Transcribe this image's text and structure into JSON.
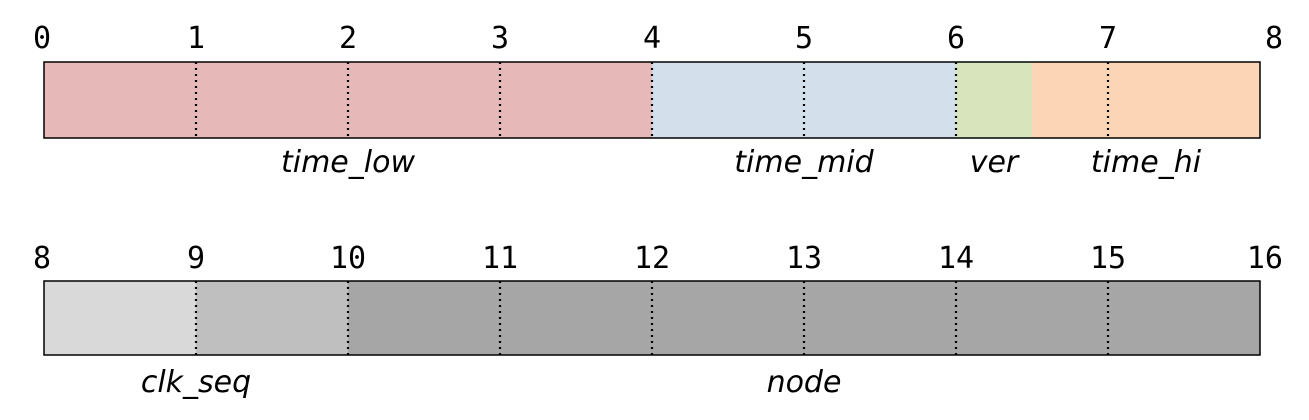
{
  "rows": [
    {
      "ticks": [
        "0",
        "1",
        "2",
        "3",
        "4",
        "5",
        "6",
        "7",
        "8"
      ],
      "segments": [
        {
          "start": 0,
          "end": 4,
          "color": "#e6b8b7"
        },
        {
          "start": 4,
          "end": 6,
          "color": "#d3dfeb"
        },
        {
          "start": 6,
          "end": 6.5,
          "color": "#d8e4bc"
        },
        {
          "start": 6.5,
          "end": 8,
          "color": "#fbd5b5"
        }
      ],
      "labels": [
        {
          "text": "time_low",
          "center": 2
        },
        {
          "text": "time_mid",
          "center": 5
        },
        {
          "text": "ver",
          "center": 6.25
        },
        {
          "text": "time_hi",
          "center": 7.25
        }
      ]
    },
    {
      "ticks": [
        "8",
        "9",
        "10",
        "11",
        "12",
        "13",
        "14",
        "15",
        "16"
      ],
      "segments": [
        {
          "start": 0,
          "end": 1,
          "color": "#d9d9d9"
        },
        {
          "start": 1,
          "end": 2,
          "color": "#bfbfbf"
        },
        {
          "start": 2,
          "end": 8,
          "color": "#a6a6a6"
        }
      ],
      "labels": [
        {
          "text": "clk_seq",
          "center": 1
        },
        {
          "text": "node",
          "center": 5
        }
      ]
    }
  ],
  "colors": {
    "outline": "#000000",
    "divider": "#000000"
  }
}
